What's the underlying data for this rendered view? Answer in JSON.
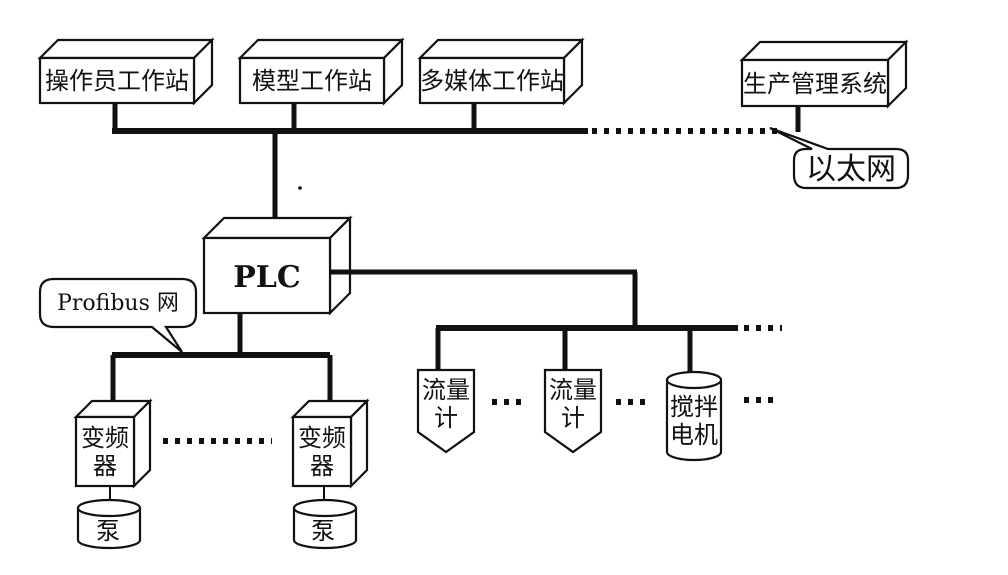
{
  "workstations": {
    "operator": "操作员工作站",
    "model": "模型工作站",
    "multimedia": "多媒体工作站",
    "production": "生产管理系统"
  },
  "networks": {
    "ethernet": "以太网",
    "profibus": "Profibus 网"
  },
  "controller": "PLC",
  "field": {
    "inverter_line1": "变频",
    "inverter_line2": "器",
    "pump": "泵",
    "flowmeter_line1": "流量",
    "flowmeter_line2": "计",
    "mixer_line1": "搅拌",
    "mixer_line2": "电机"
  }
}
